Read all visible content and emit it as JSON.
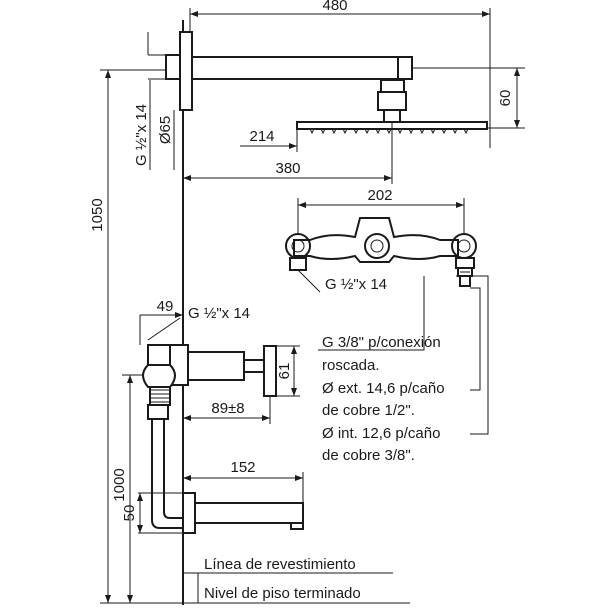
{
  "dimensions": {
    "arm_length": "480",
    "arm_drop": "60",
    "head_offset": "214",
    "head_projection": "380",
    "connector_spacing": "202",
    "upper_thread": "G ½\"x 14",
    "pipe_diameter": "Ø65",
    "pipe_thread": "G ½\"x 14",
    "total_height": "1050",
    "mixer_offset": "49",
    "mixer_thread": "G ½\"x 14",
    "plate_height": "61",
    "mixer_depth": "89±8",
    "spout_length": "152",
    "valve_height": "1000",
    "spout_gap": "50"
  },
  "notes": [
    "G 3/8\" p/conexión",
    "roscada.",
    "Ø ext. 14,6 p/caño",
    "de cobre 1/2\".",
    "Ø int. 12,6 p/caño",
    "de cobre 3/8\"."
  ],
  "labels": {
    "coating_line": "Línea de revestimiento",
    "floor_level": "Nivel de piso terminado"
  }
}
